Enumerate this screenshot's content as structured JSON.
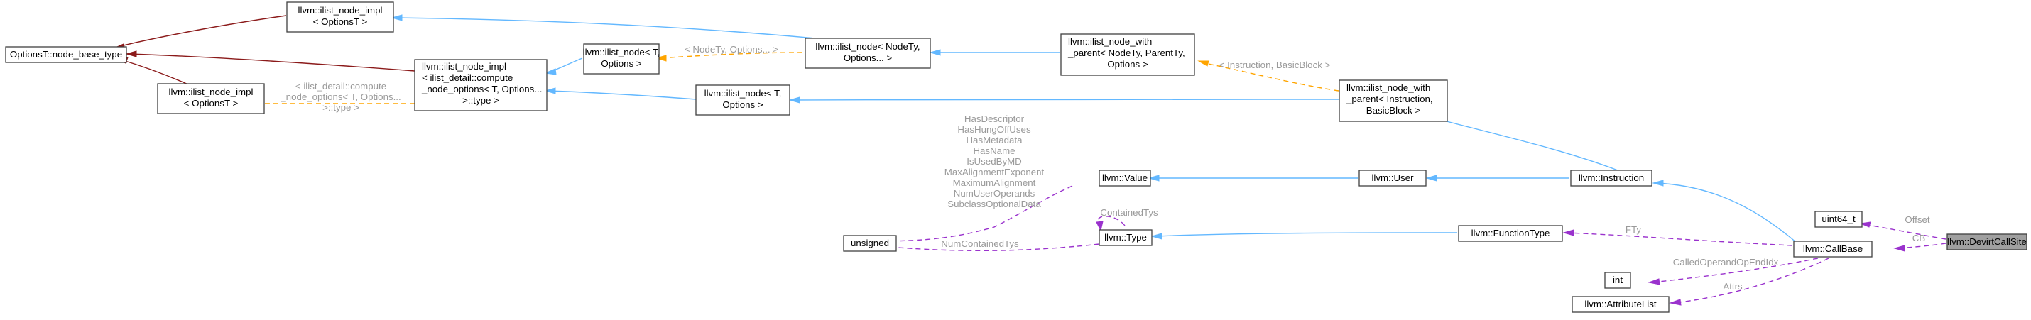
{
  "nodes": {
    "node_base_type": "OptionsT::node_base_type",
    "ilist_node_impl_top": [
      "llvm::ilist_node_impl",
      "< OptionsT >"
    ],
    "ilist_node_impl_mid": [
      "llvm::ilist_node_impl",
      "< OptionsT >"
    ],
    "ilist_node_impl_compute": [
      "llvm::ilist_node_impl",
      "< ilist_detail::compute",
      "_node_options< T, Options...",
      ">::type >"
    ],
    "ilist_node_t_options_top": [
      "llvm::ilist_node< T,",
      "Options >"
    ],
    "ilist_node_nodety": [
      "llvm::ilist_node< NodeTy,",
      "Options... >"
    ],
    "ilist_node_with_parent_generic": [
      "llvm::ilist_node_with",
      "_parent< NodeTy, ParentTy,",
      "Options >"
    ],
    "ilist_node_t_options_mid": [
      "llvm::ilist_node< T,",
      "Options >"
    ],
    "ilist_node_with_parent_instr": [
      "llvm::ilist_node_with",
      "_parent< Instruction,",
      "BasicBlock >"
    ],
    "value": "llvm::Value",
    "user": "llvm::User",
    "instruction": "llvm::Instruction",
    "unsigned": "unsigned",
    "type": "llvm::Type",
    "function_type": "llvm::FunctionType",
    "int": "int",
    "attribute_list": "llvm::AttributeList",
    "callbase": "llvm::CallBase",
    "uint64": "uint64_t",
    "devirt_callsite": "llvm::DevirtCallSite"
  },
  "edge_labels": {
    "compute_template": [
      "< ilist_detail::compute",
      "_node_options< T, Options...",
      ">::type >"
    ],
    "nodety_template": "< NodeTy, Options... >",
    "instruction_template": "< Instruction, BasicBlock >",
    "value_members": [
      "HasDescriptor",
      "HasHungOffUses",
      "HasMetadata",
      "HasName",
      "IsUsedByMD",
      "MaxAlignmentExponent",
      "MaximumAlignment",
      "NumUserOperands",
      "SubclassOptionalData"
    ],
    "contained_tys": "ContainedTys",
    "num_contained_tys": "NumContainedTys",
    "fty": "FTy",
    "called_operand_op_endidx": "CalledOperandOpEndIdx",
    "attrs": "Attrs",
    "offset": "Offset",
    "cb": "CB"
  },
  "colors": {
    "inheritance": "#63b8ff",
    "private_inheritance": "#8b1a1a",
    "usage": "#9a32cd",
    "template_instance": "#ffa500",
    "focus_fill": "#a0a0a0",
    "label_gray": "#9a9a9a"
  }
}
